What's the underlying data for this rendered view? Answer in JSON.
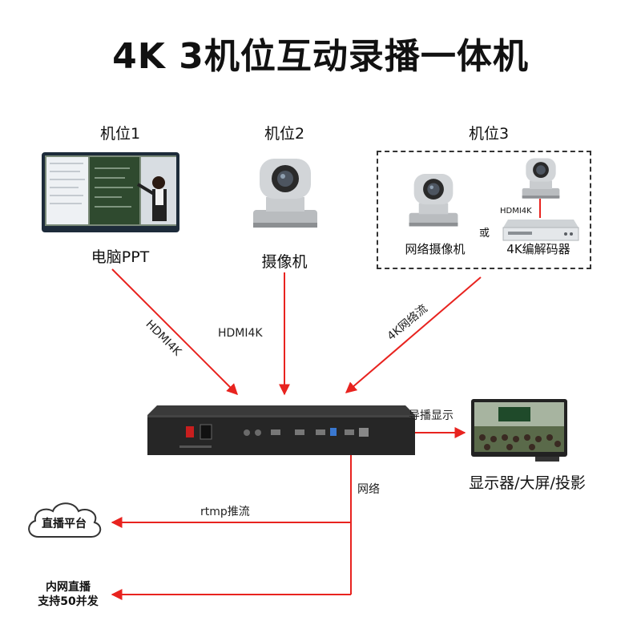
{
  "title": "4K 3机位互动录播一体机",
  "sources": {
    "cam1": {
      "heading": "机位1",
      "caption": "电脑PPT"
    },
    "cam2": {
      "heading": "机位2",
      "caption": "摄像机"
    },
    "cam3": {
      "heading": "机位3",
      "network_camera": "网络摄像机",
      "or_text": "或",
      "decoder": "4K编解码器",
      "decoder_link": "HDMI4K"
    }
  },
  "edges": {
    "hdmi_left": "HDMI4K",
    "hdmi_center": "HDMI4K",
    "network_stream": "4K网络流",
    "director_display": "导播显示",
    "network": "网络",
    "rtmp": "rtmp推流"
  },
  "outputs": {
    "display": "显示器/大屏/投影",
    "live_platform": "直播平台",
    "intranet_line1": "内网直播",
    "intranet_line2": "支持50并发"
  },
  "colors": {
    "arrow": "#e8231f",
    "device": "#2b2b2b"
  }
}
